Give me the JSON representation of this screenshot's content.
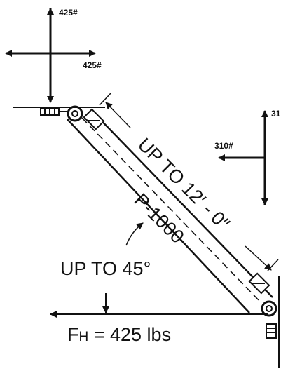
{
  "top_load_vertical": "425#",
  "top_load_horizontal": "425#",
  "right_load_vertical_partial": "31",
  "right_load_horizontal": "310#",
  "length_label": "UP TO 12′ - 0″",
  "member_label": "P-1000",
  "angle_label": "UP TO 45°",
  "force_label_main": "F",
  "force_label_sub": "H",
  "force_label_value": " = 425 lbs",
  "colors": {
    "ink": "#111111",
    "background": "#ffffff"
  }
}
